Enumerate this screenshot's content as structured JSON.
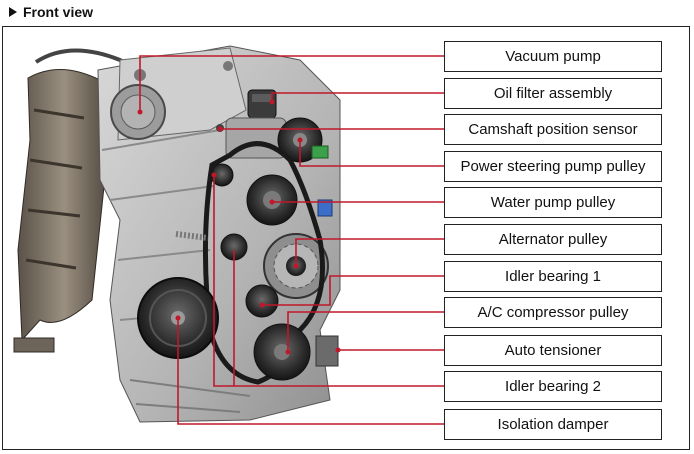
{
  "section_title": "Front view",
  "labels": [
    {
      "key": "vacuum_pump",
      "text": "Vacuum pump"
    },
    {
      "key": "oil_filter_assembly",
      "text": "Oil filter assembly"
    },
    {
      "key": "camshaft_position_sensor",
      "text": "Camshaft position sensor"
    },
    {
      "key": "power_steering_pump_pulley",
      "text": "Power steering pump pulley"
    },
    {
      "key": "water_pump_pulley",
      "text": "Water pump pulley"
    },
    {
      "key": "alternator_pulley",
      "text": "Alternator pulley"
    },
    {
      "key": "idler_bearing_1",
      "text": "Idler bearing 1"
    },
    {
      "key": "ac_compressor_pulley",
      "text": "A/C compressor pulley"
    },
    {
      "key": "auto_tensioner",
      "text": "Auto tensioner"
    },
    {
      "key": "idler_bearing_2",
      "text": "Idler bearing 2"
    },
    {
      "key": "isolation_damper",
      "text": "Isolation damper"
    }
  ],
  "colors": {
    "leader_line": "#c0182a",
    "label_border": "#222222",
    "engine_metal": "#b9b9b9",
    "engine_dark": "#3a3a3a"
  }
}
